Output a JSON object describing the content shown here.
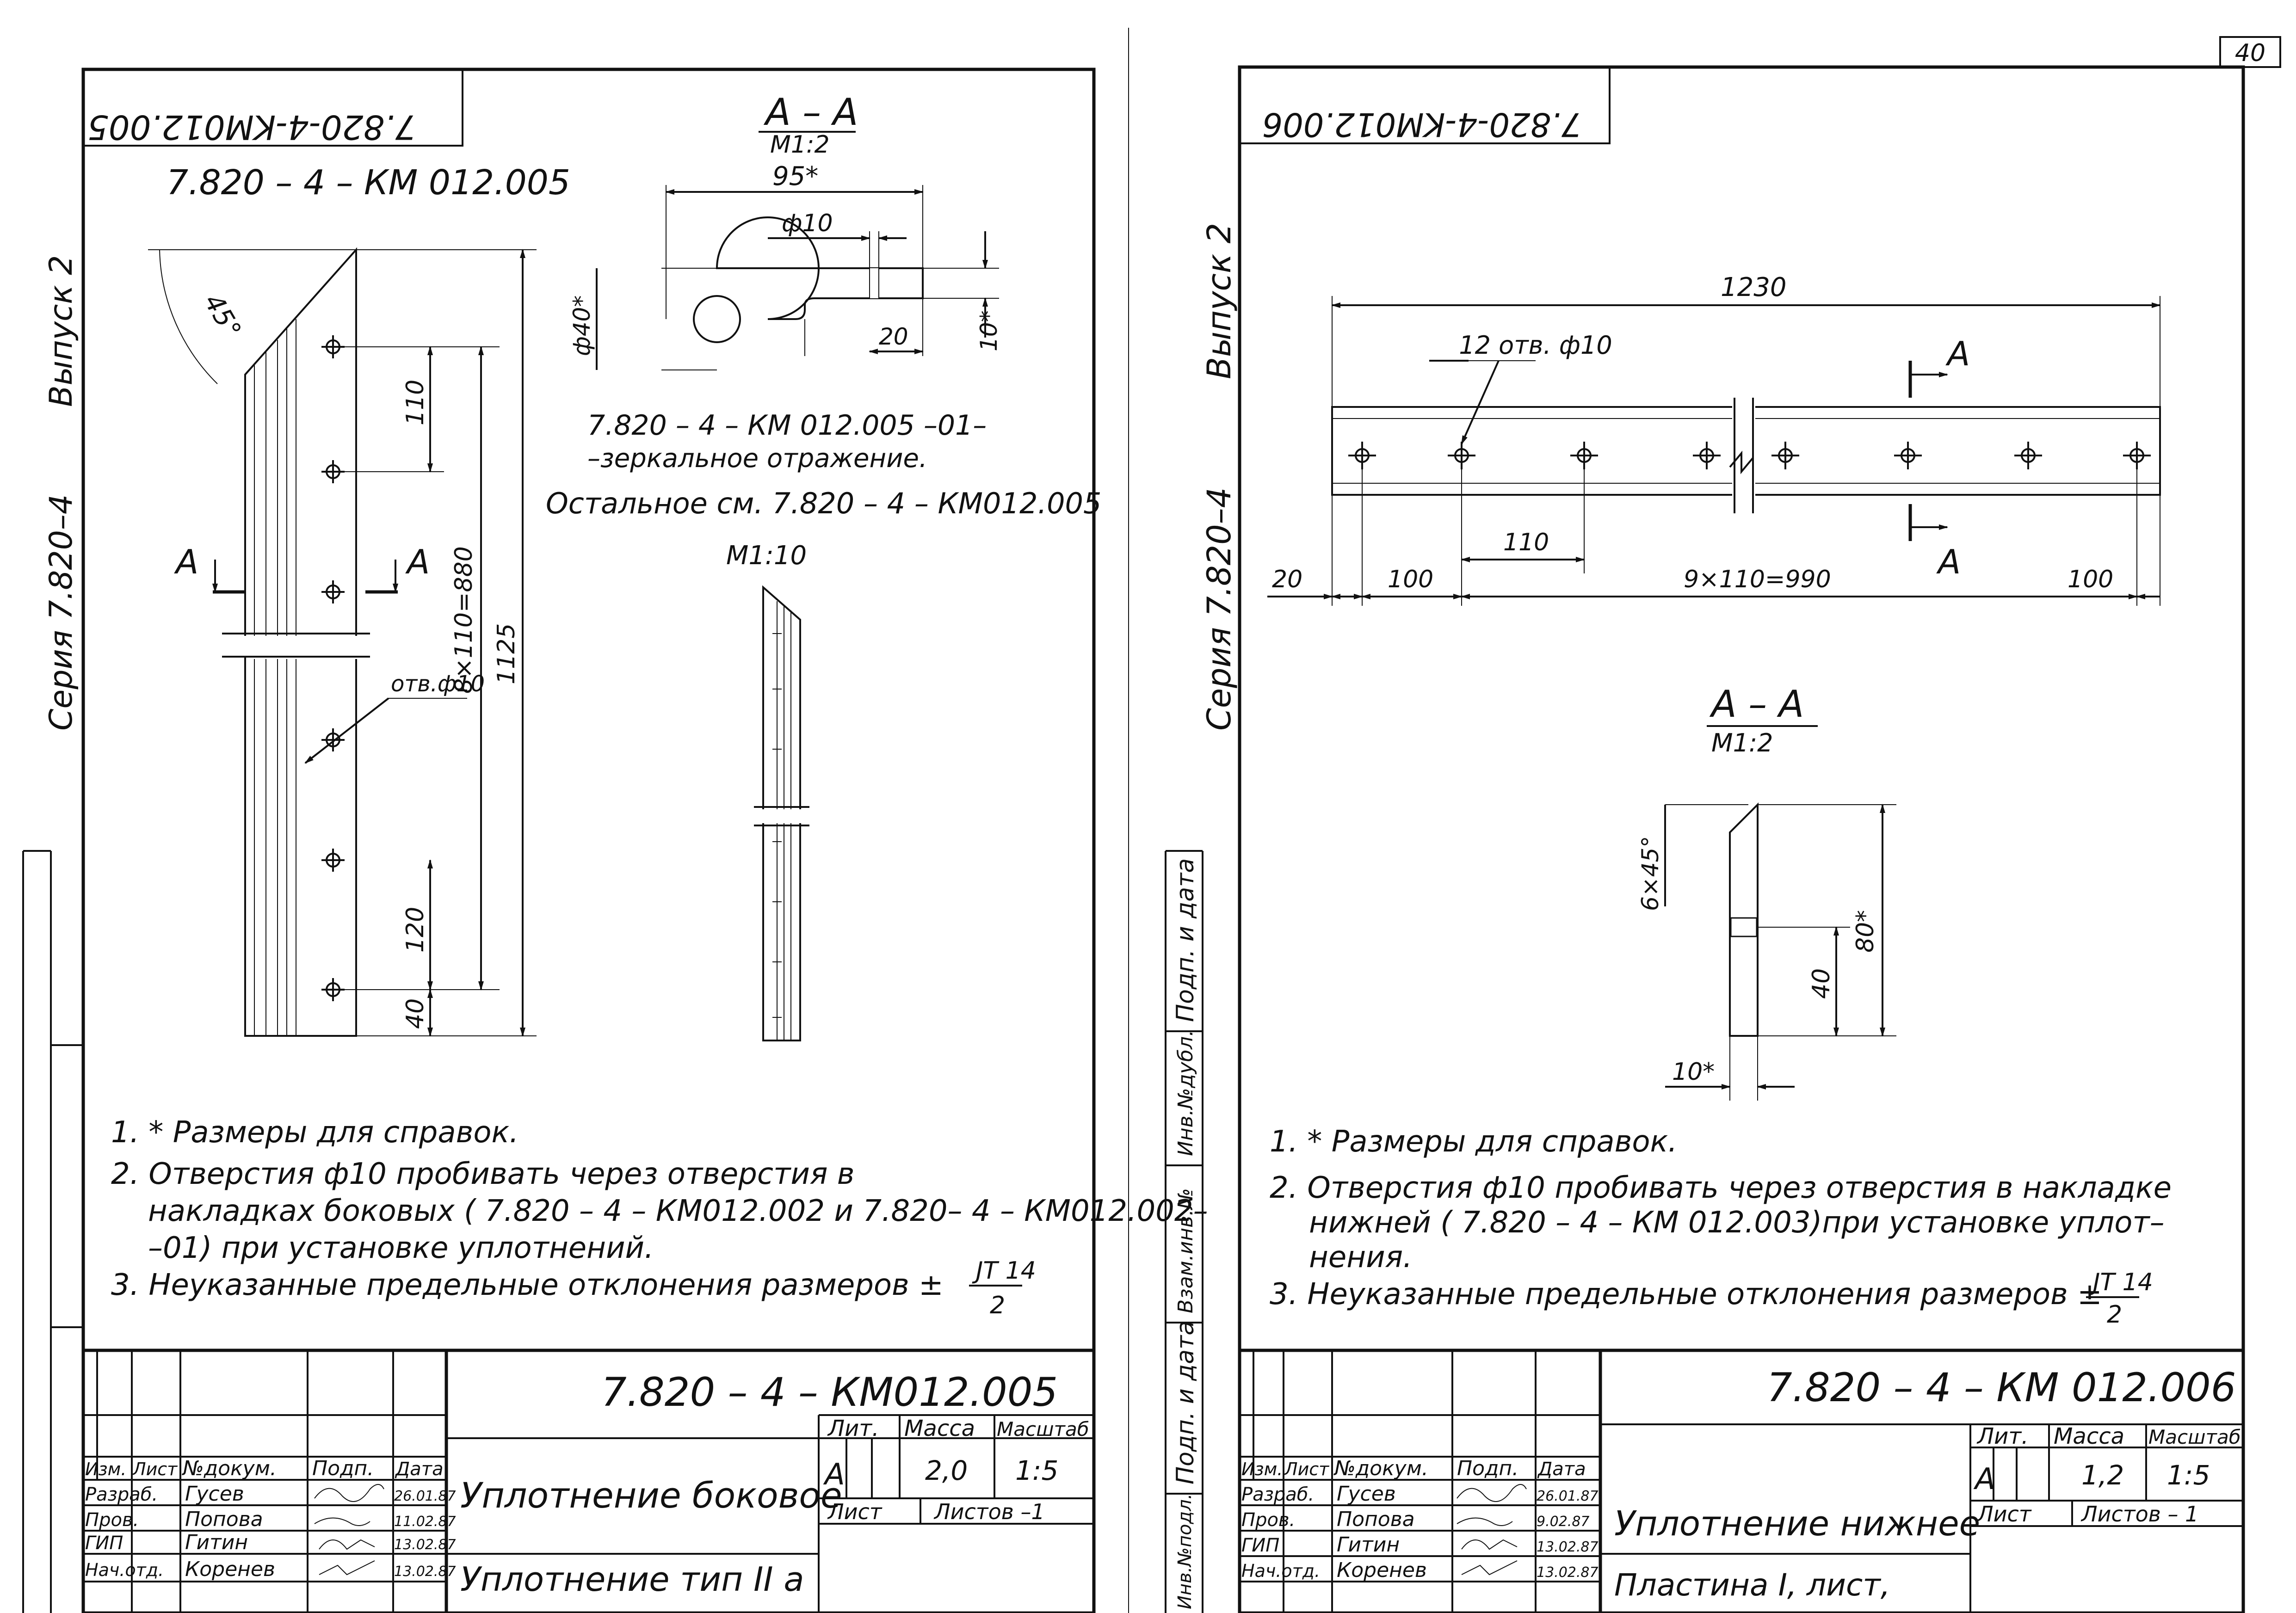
{
  "page_number": "40",
  "left": {
    "mirror_code": "7.820-4-KM012.005",
    "top_code": "7.820 – 4 – КМ 012.005",
    "side": {
      "vypusk": "Выпуск 2",
      "seriya": "Серия 7.820–4"
    },
    "section_a": {
      "title": "А – А",
      "scale": "М1:2",
      "dim_95": "95*",
      "dim_d10": "ф10",
      "dim_d40": "ф40*",
      "dim_20": "20",
      "dim_10": "10*"
    },
    "angle": "45°",
    "dims": {
      "d110": "110",
      "d8x110": "8×110=880",
      "d1125": "1125",
      "d120": "120",
      "d40": "40",
      "hole": "отв.ф10",
      "cut_a_left": "А",
      "cut_a_right": "А"
    },
    "note_mirror": {
      "l1": "7.820 – 4 – КМ 012.005 –01–",
      "l2": "–зеркальное отражение.",
      "l3": "Остальное  см. 7.820 – 4 – КМ012.005"
    },
    "scale_m110": "М1:10",
    "notes": [
      "1.  * Размеры для  справок.",
      "2.  Отверстия  ф10 пробивать через отверстия  в",
      "накладках боковых (  7.820 – 4 – КМ012.002 и 7.820– 4 – КМ012.002–",
      "–01) при  установке уплотнений.",
      "3.  Неуказанные предельные отклонения  размеров ±",
      "JT 14",
      "2"
    ],
    "title_block": {
      "code": "7.820 – 4 – КМ012.005",
      "headers": [
        "Изм.",
        "Лист",
        "№докум.",
        "Подп.",
        "Дата"
      ],
      "rows": [
        {
          "role": "Разраб.",
          "name": "Гусев",
          "date": "26.01.87"
        },
        {
          "role": "Пров.",
          "name": "Попова",
          "date": "11.02.87"
        },
        {
          "role": "ГИП",
          "name": "Гитин",
          "date": "13.02.87"
        },
        {
          "role": "Нач.отд.",
          "name": "Коренев",
          "date": "13.02.87"
        }
      ],
      "name1": "Уплотнение боковое",
      "name2": "Уплотнение  тип  II а",
      "lit_label": "Лит.",
      "mass_label": "Масса",
      "scale_label": "Масштаб",
      "lit": "А",
      "mass": "2,0",
      "scale": "1:5",
      "sheet_label": "Лист",
      "sheets_label": "Листов  –1"
    }
  },
  "right": {
    "mirror_code": "7.820-4-KM012.006",
    "side": {
      "vypusk": "Выпуск 2",
      "seriya": "Серия 7.820–4"
    },
    "dims": {
      "d1230": "1230",
      "holes": "12 отв. ф10",
      "cut_a_top": "А",
      "cut_a_bottom": "А",
      "d110": "110",
      "d20": "20",
      "d100a": "100",
      "d9x110": "9×110=990",
      "d100b": "100"
    },
    "section_a": {
      "title": "А – А",
      "scale": "М1:2",
      "chamfer": "6×45°",
      "dim_80": "80*",
      "dim_40": "40",
      "dim_10": "10*"
    },
    "notes": [
      "1.  * Размеры для справок.",
      "2.  Отверстия  ф10 пробивать через отверстия  в накладке",
      "нижней ( 7.820 – 4 – КМ 012.003)при установке уплот–",
      "нения.",
      "3.  Неуказанные предельные  отклонения  размеров ±",
      "JT 14",
      "2"
    ],
    "title_block": {
      "code": "7.820 – 4 – КМ 012.006",
      "headers": [
        "Изм.",
        "Лист",
        "№докум.",
        "Подп.",
        "Дата"
      ],
      "rows": [
        {
          "role": "Разраб.",
          "name": "Гусев",
          "date": "26.01.87"
        },
        {
          "role": "Пров.",
          "name": "Попова",
          "date": "9.02.87"
        },
        {
          "role": "ГИП",
          "name": "Гитин",
          "date": "13.02.87"
        },
        {
          "role": "Нач.отд.",
          "name": "Коренев",
          "date": "13.02.87"
        }
      ],
      "name1": "Уплотнение  нижнее",
      "name2": "Пластина  I, лист,",
      "lit_label": "Лит.",
      "mass_label": "Масса",
      "scale_label": "Масштаб",
      "lit": "А",
      "mass": "1,2",
      "scale": "1:5",
      "sheet_label": "Лист",
      "sheets_label": "Листов  – 1"
    },
    "margin_stamps": [
      "Подп. и дата",
      "Инв.№дубл.",
      "Взам.инв.№",
      "Подп. и дата",
      "Инв.№подл."
    ]
  }
}
